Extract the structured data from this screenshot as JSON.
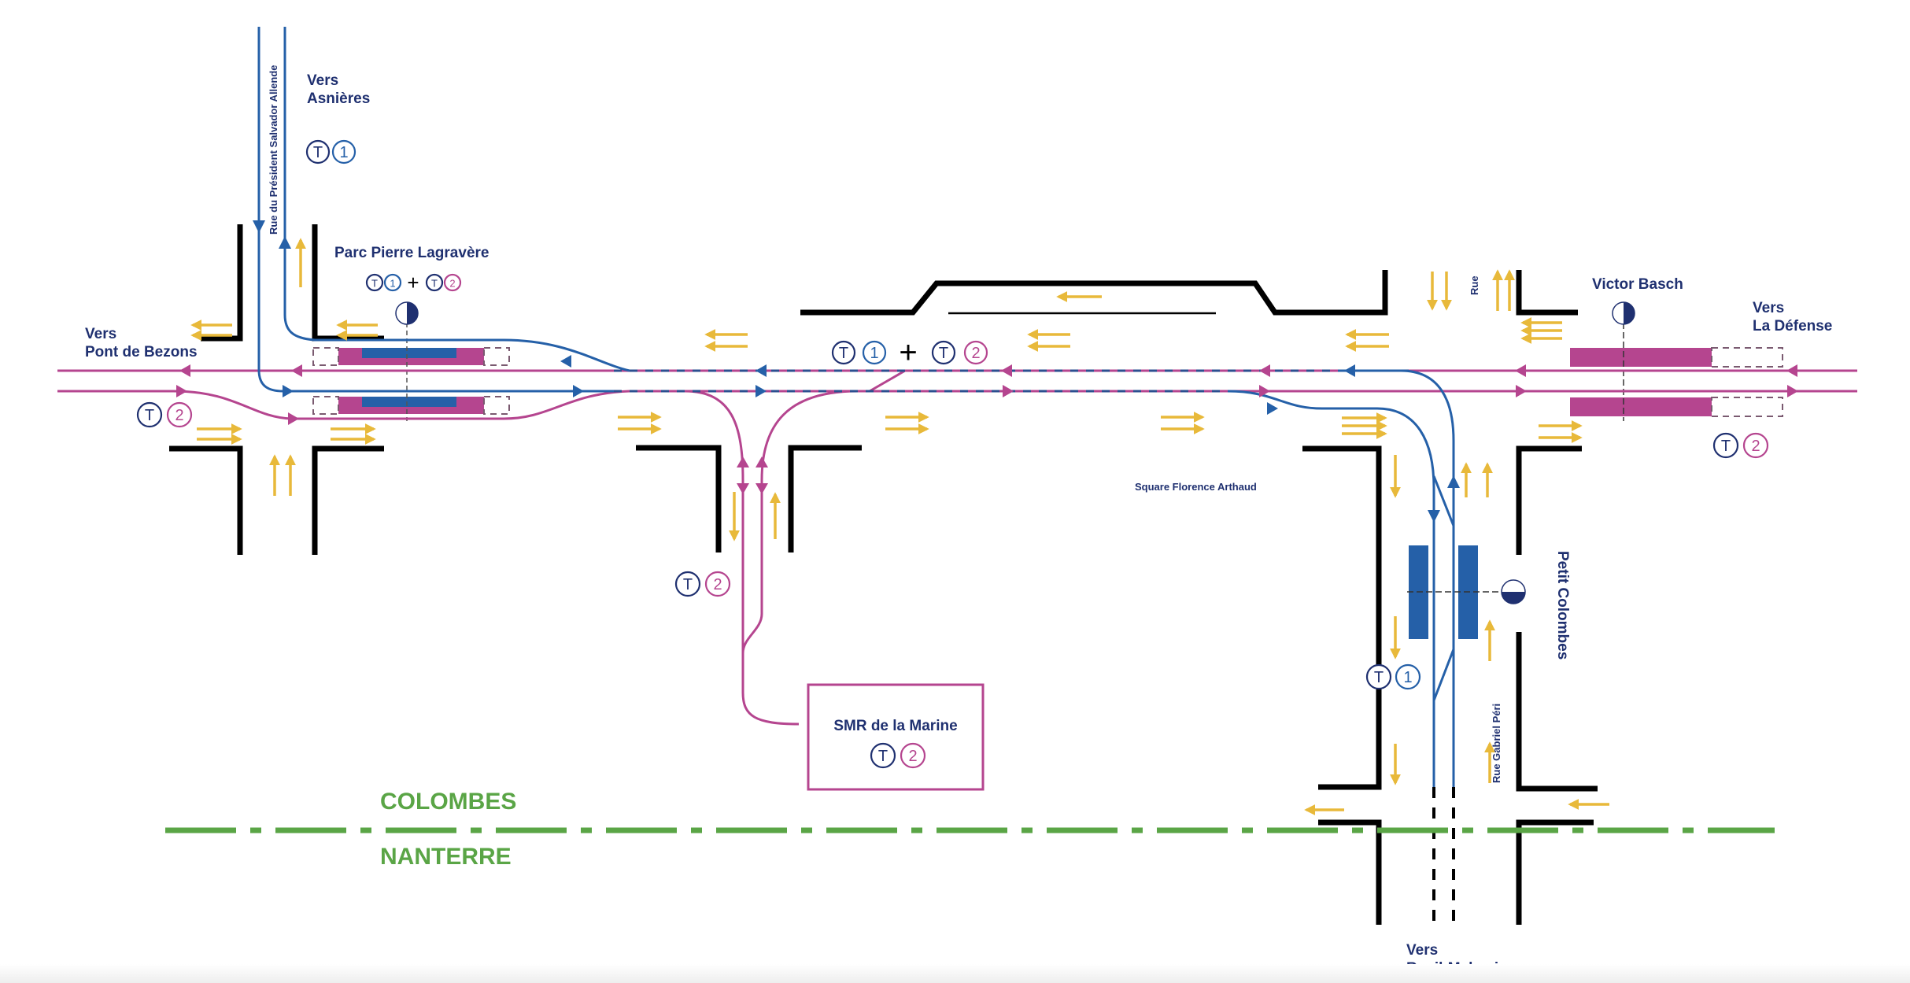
{
  "title": "Plan de l'interconnexion T1 / T2 — Colombes / Nanterre",
  "colors": {
    "t1": "#2560a8",
    "t2": "#b5458f",
    "label": "#1f3070",
    "traffic": "#e8b93a",
    "boundary": "#5aa546",
    "road": "#000000"
  },
  "lines": {
    "tram_symbol": "T",
    "t1_number": "1",
    "t2_number": "2",
    "plus": "+"
  },
  "directions": {
    "asnieres": {
      "line1": "Vers",
      "line2": "Asnières"
    },
    "pont_de_bezons": {
      "line1": "Vers",
      "line2": "Pont de Bezons"
    },
    "la_defense": {
      "line1": "Vers",
      "line2": "La Défense"
    },
    "rueil": {
      "line1": "Vers",
      "line2": "Rueil-Malmaison"
    }
  },
  "streets": {
    "salvador_allende": "Rue du Président Salvador Allende",
    "rue": "Rue",
    "gabriel_peri": "Rue Gabriel Péri",
    "square": "Square Florence Arthaud"
  },
  "stations": {
    "parc_pierre_lagravere": {
      "name": "Parc Pierre Lagravère",
      "lines": [
        "T1",
        "T2"
      ]
    },
    "victor_basch": {
      "name": "Victor Basch",
      "lines": [
        "T2"
      ]
    },
    "petit_colombes": {
      "name": "Petit Colombes",
      "lines": [
        "T1"
      ]
    }
  },
  "depot": {
    "name": "SMR de la Marine",
    "lines": [
      "T2"
    ]
  },
  "communes": {
    "north": "COLOMBES",
    "south": "NANTERRE"
  }
}
